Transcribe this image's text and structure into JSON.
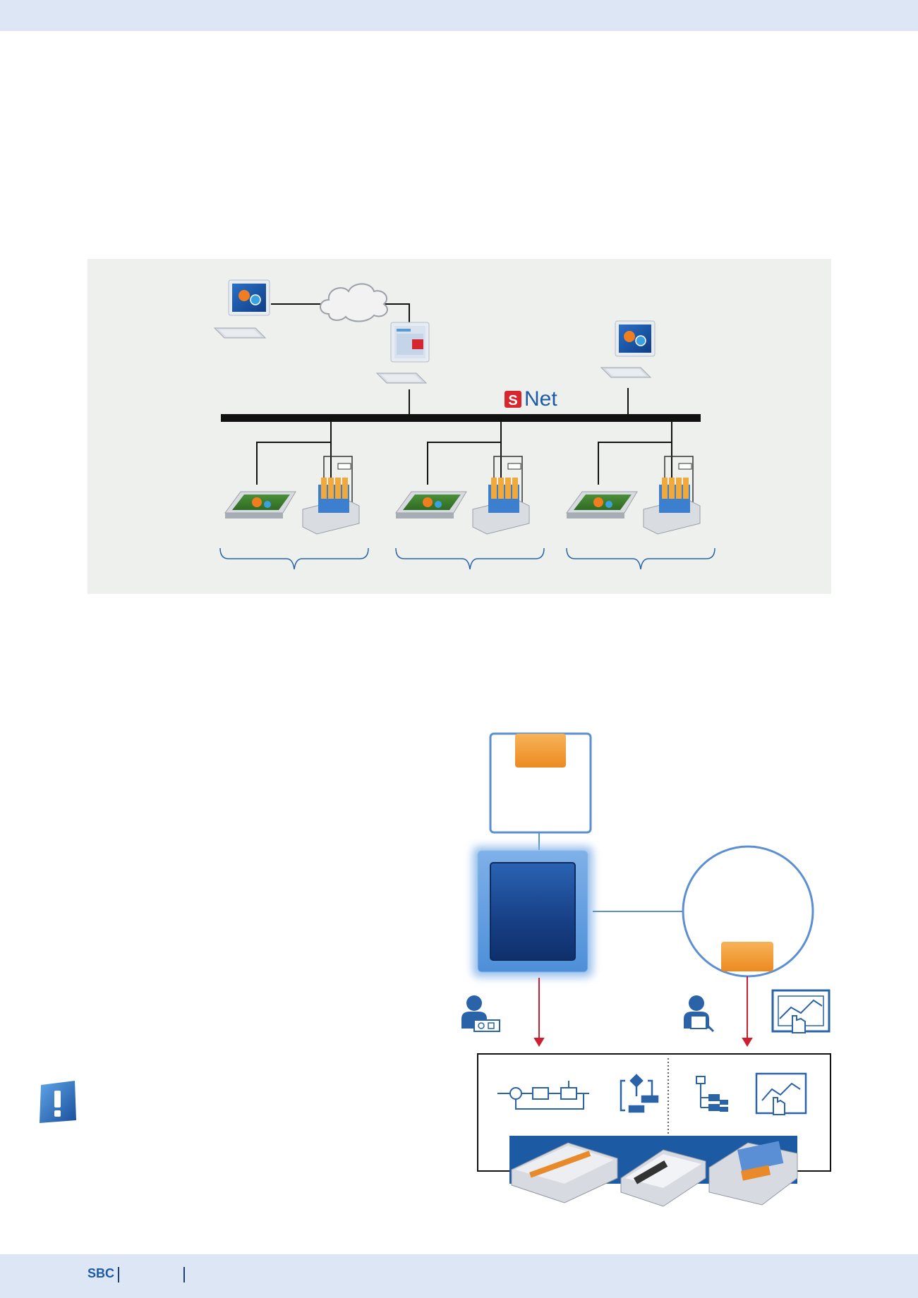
{
  "network": {
    "bus_logo_letter": "S",
    "bus_logo_text": "Net"
  },
  "footer": {
    "brand": "SBC"
  },
  "colors": {
    "band": "#dde6f5",
    "panel": "#eef0ee",
    "brand_blue": "#1c5aa3",
    "logo_red": "#d8262f",
    "arrow_red": "#cc2030",
    "orange": "#f39a33",
    "icon_blue": "#2a63a8"
  },
  "icons": [
    "workstation-icon",
    "cloud-icon",
    "web-server-icon",
    "touch-panel-icon",
    "plc-controller-icon",
    "engineer-icon",
    "service-engineer-icon",
    "hmi-touch-icon",
    "control-loop-icon",
    "flowchart-icon",
    "tree-structure-icon",
    "info-icon"
  ]
}
